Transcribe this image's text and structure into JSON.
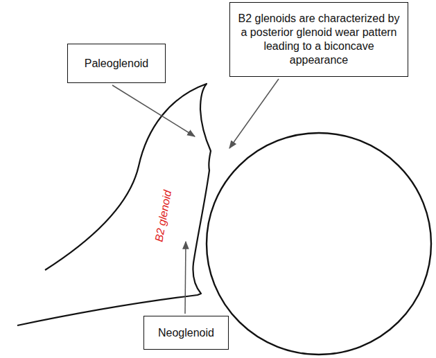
{
  "diagram": {
    "nodes": [
      {
        "text": [
          "Paleoglenoid"
        ]
      },
      {
        "text": [
          "B2 glenoids are characterized by a posterior glenoid wear pattern leading to a biconcave appearance"
        ]
      },
      {
        "text": [
          "Neoglenoid"
        ]
      }
    ],
    "labels": [
      "B2 glenoid"
    ]
  }
}
